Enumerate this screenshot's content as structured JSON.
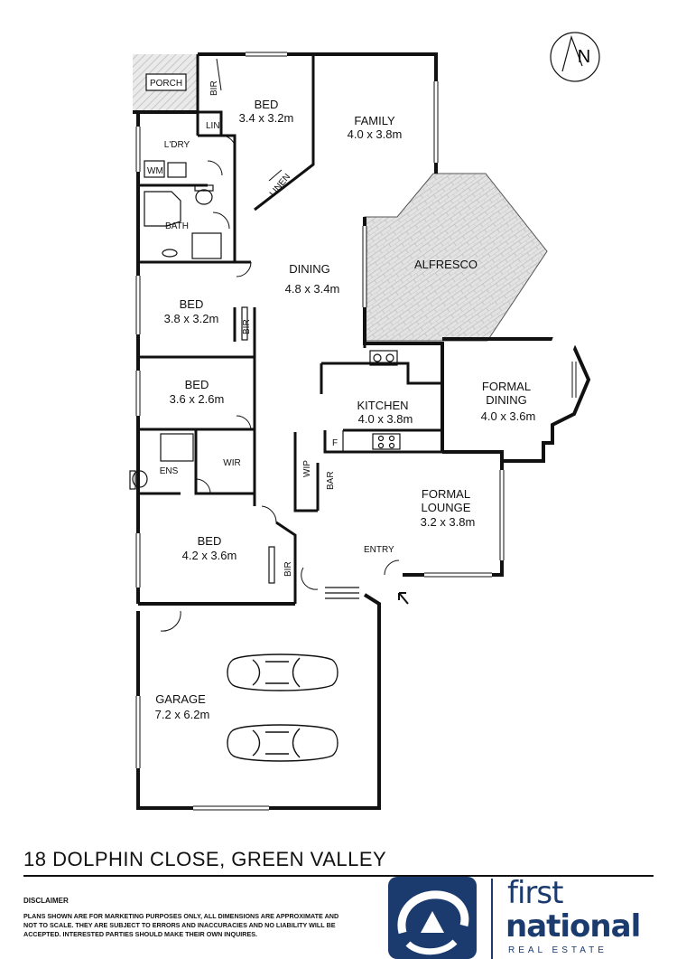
{
  "rooms": [
    {
      "id": "porch",
      "name": "PORCH",
      "dims": ""
    },
    {
      "id": "bed1",
      "name": "BED",
      "dims": "3.4 x 3.2m"
    },
    {
      "id": "family",
      "name": "FAMILY",
      "dims": "4.0 x 3.8m"
    },
    {
      "id": "ldry",
      "name": "L'DRY",
      "dims": ""
    },
    {
      "id": "bath",
      "name": "BATH",
      "dims": ""
    },
    {
      "id": "alfresco",
      "name": "ALFRESCO",
      "dims": ""
    },
    {
      "id": "dining",
      "name": "DINING",
      "dims": "4.8 x 3.4m"
    },
    {
      "id": "bed2",
      "name": "BED",
      "dims": "3.8 x 3.2m"
    },
    {
      "id": "bed3",
      "name": "BED",
      "dims": "3.6 x 2.6m"
    },
    {
      "id": "kitchen",
      "name": "KITCHEN",
      "dims": "4.0 x 3.8m"
    },
    {
      "id": "formal_dining",
      "name": "FORMAL\nDINING",
      "dims": "4.0 x 3.6m"
    },
    {
      "id": "ens",
      "name": "ENS",
      "dims": ""
    },
    {
      "id": "wir",
      "name": "WIR",
      "dims": ""
    },
    {
      "id": "formal_lounge",
      "name": "FORMAL\nLOUNGE",
      "dims": "3.2 x 3.8m"
    },
    {
      "id": "bed4",
      "name": "BED",
      "dims": "4.2 x 3.6m"
    },
    {
      "id": "garage",
      "name": "GARAGE",
      "dims": "7.2 x 6.2m"
    }
  ],
  "small_labels": {
    "bir_top": "BIR",
    "lin": "LIN",
    "wm": "WM",
    "linen": "LINEN",
    "bir_bed2": "BIR",
    "f": "F",
    "wip": "WIP",
    "bar": "BAR",
    "bir_bed4": "BIR",
    "entry": "ENTRY"
  },
  "compass": {
    "letter": "N"
  },
  "footer": {
    "address": "18 DOLPHIN CLOSE, GREEN VALLEY",
    "disclaimer_title": "DISCLAIMER",
    "disclaimer_text": "PLANS SHOWN ARE FOR MARKETING PURPOSES ONLY, ALL DIMENSIONS ARE APPROXIMATE AND NOT TO SCALE. THEY ARE SUBJECT TO ERRORS AND INACCURACIES AND NO LIABILITY WILL BE ACCEPTED. INTERESTED PARTIES SHOULD MAKE THEIR OWN INQUIRES."
  },
  "brand": {
    "line1": "first",
    "line2": "national",
    "line3": "REAL ESTATE",
    "color": "#1b3b6f"
  }
}
